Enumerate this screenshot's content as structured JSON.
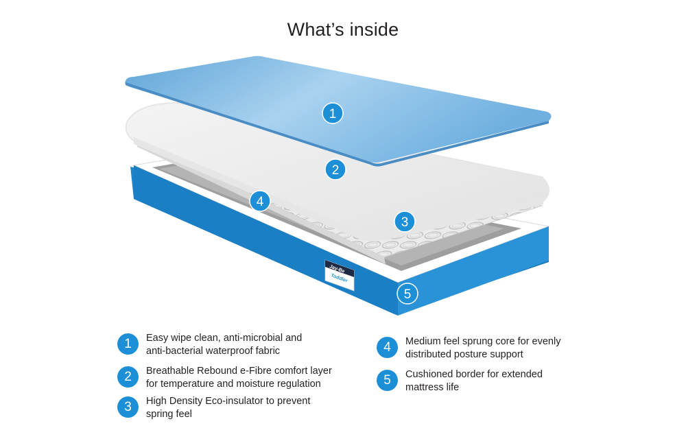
{
  "page": {
    "title": "What’s inside",
    "accent_color": "#1c8fd6"
  },
  "illustration": {
    "badges": [
      "1",
      "2",
      "3",
      "4",
      "5"
    ],
    "tag_brand": "Jay-Be",
    "tag_product": "Toddler"
  },
  "features": [
    {
      "number": "1",
      "line1": "Easy wipe clean, anti-microbial and",
      "line2": "anti-bacterial waterproof fabric"
    },
    {
      "number": "2",
      "line1": "Breathable Rebound e-Fibre comfort layer",
      "line2": "for temperature and moisture regulation"
    },
    {
      "number": "3",
      "line1": "High Density Eco-insulator to prevent",
      "line2": "spring feel"
    },
    {
      "number": "4",
      "line1": "Medium feel sprung core for evenly",
      "line2": "distributed posture support"
    },
    {
      "number": "5",
      "line1": "Cushioned border for extended",
      "line2": "mattress life"
    }
  ]
}
